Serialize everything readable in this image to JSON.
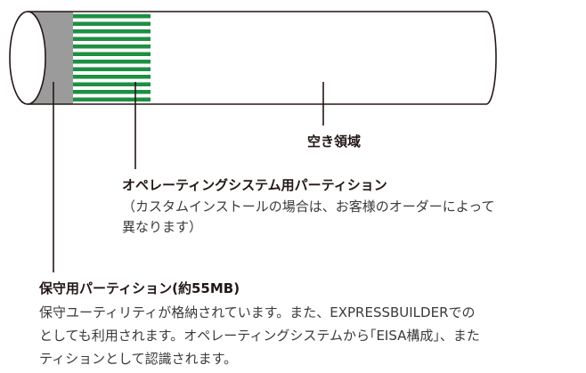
{
  "colors": {
    "maintenance_partition": "#9b9b9b",
    "os_partition_stripe": "#1e8f43",
    "outline": "#231815"
  },
  "labels": {
    "free_space": "空き領域",
    "os_partition": {
      "title": "オペレーティングシステム用パーティション",
      "desc_line1": "（カスタムインストールの場合は、お客様のオーダーによって",
      "desc_line2": "異なります）"
    },
    "maintenance_partition": {
      "title": "保守用パーティション(約55MB)",
      "desc_line1": "保守ユーティリティが格納されています。また、EXPRESSBUILDERでの",
      "desc_line2": "としても利用されます。オペレーティングシステムから｢EISA構成｣、また",
      "desc_line3": "ティションとして認識されます。"
    }
  }
}
